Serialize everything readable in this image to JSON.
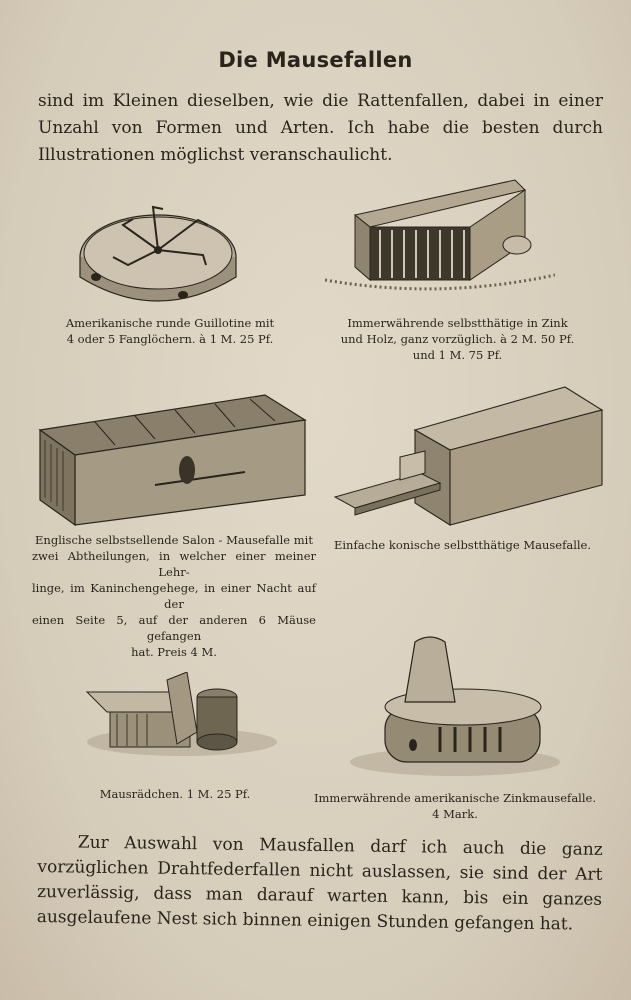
{
  "page": {
    "title": "Die Mausefallen",
    "intro": "sind im Kleinen dieselben, wie die Rattenfallen, dabei in einer Unzahl von Formen und Arten. Ich habe die besten durch Illustrationen möglichst veranschaulicht.",
    "outro": "Zur Auswahl von Mausfallen darf ich auch die ganz vorzüglichen Drahtfederfallen nicht auslassen, sie sind der Art zuverlässig, dass man darauf warten kann, bis ein ganzes ausgelaufene Nest sich binnen einigen Stunden gefangen hat."
  },
  "figures": [
    {
      "caption_lines": [
        "Amerikanische runde Guillotine mit",
        "4 oder 5 Fanglöchern. à 1 M. 25 Pf."
      ]
    },
    {
      "caption_lines": [
        "Immerwährende selbstthätige in Zink",
        "und Holz, ganz vorzüglich. à 2 M. 50 Pf.",
        "und 1 M. 75 Pf."
      ]
    },
    {
      "caption_lines": [
        "Englische selbstsellende Salon - Mausefalle mit",
        "zwei Abtheilungen, in welcher einer meiner Lehr-",
        "linge, im Kaninchengehege, in einer Nacht auf der",
        "einen Seite 5, auf der anderen 6 Mäuse gefangen",
        "hat. Preis 4 M."
      ]
    },
    {
      "caption_lines": [
        "Einfache konische selbstthätige Mausefalle."
      ]
    },
    {
      "caption_lines": [
        "Mausrädchen. 1 M. 25 Pf."
      ]
    },
    {
      "caption_lines": [
        "Immerwährende amerikanische Zinkmausefalle.",
        "4 Mark."
      ]
    }
  ]
}
